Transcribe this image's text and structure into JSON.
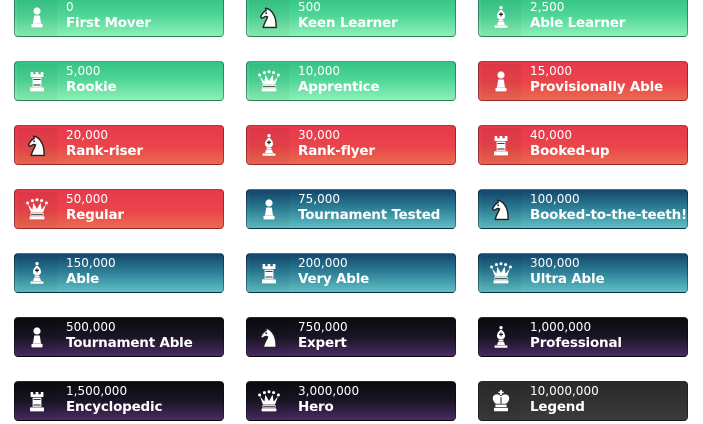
{
  "badges": [
    {
      "points": "0",
      "title": "First Mover",
      "icon": "pawn-icon",
      "theme": "green"
    },
    {
      "points": "500",
      "title": "Keen Learner",
      "icon": "knight-icon",
      "theme": "green"
    },
    {
      "points": "2,500",
      "title": "Able Learner",
      "icon": "bishop-icon",
      "theme": "green"
    },
    {
      "points": "5,000",
      "title": "Rookie",
      "icon": "rook-icon",
      "theme": "green"
    },
    {
      "points": "10,000",
      "title": "Apprentice",
      "icon": "queen-icon",
      "theme": "green"
    },
    {
      "points": "15,000",
      "title": "Provisionally Able",
      "icon": "pawn-icon",
      "theme": "red"
    },
    {
      "points": "20,000",
      "title": "Rank-riser",
      "icon": "knight-icon",
      "theme": "red"
    },
    {
      "points": "30,000",
      "title": "Rank-flyer",
      "icon": "bishop-icon",
      "theme": "red"
    },
    {
      "points": "40,000",
      "title": "Booked-up",
      "icon": "rook-icon",
      "theme": "red"
    },
    {
      "points": "50,000",
      "title": "Regular",
      "icon": "queen-icon",
      "theme": "red"
    },
    {
      "points": "75,000",
      "title": "Tournament Tested",
      "icon": "pawn-icon",
      "theme": "teal"
    },
    {
      "points": "100,000",
      "title": "Booked-to-the-teeth!",
      "icon": "knight-icon",
      "theme": "teal"
    },
    {
      "points": "150,000",
      "title": "Able",
      "icon": "bishop-icon",
      "theme": "teal"
    },
    {
      "points": "200,000",
      "title": "Very Able",
      "icon": "rook-icon",
      "theme": "teal"
    },
    {
      "points": "300,000",
      "title": "Ultra Able",
      "icon": "queen-icon",
      "theme": "teal"
    },
    {
      "points": "500,000",
      "title": "Tournament Able",
      "icon": "pawn-icon",
      "theme": "purple"
    },
    {
      "points": "750,000",
      "title": "Expert",
      "icon": "knight-icon",
      "theme": "purple"
    },
    {
      "points": "1,000,000",
      "title": "Professional",
      "icon": "bishop-icon",
      "theme": "purple"
    },
    {
      "points": "1,500,000",
      "title": "Encyclopedic",
      "icon": "rook-icon",
      "theme": "purple"
    },
    {
      "points": "3,000,000",
      "title": "Hero",
      "icon": "queen-icon",
      "theme": "purple"
    },
    {
      "points": "10,000,000",
      "title": "Legend",
      "icon": "king-icon",
      "theme": "dark"
    }
  ],
  "colors": {
    "green": "#4ed596",
    "red": "#e9454b",
    "teal": "#2b7c95",
    "purple": "#1a1425",
    "dark": "#333333"
  }
}
